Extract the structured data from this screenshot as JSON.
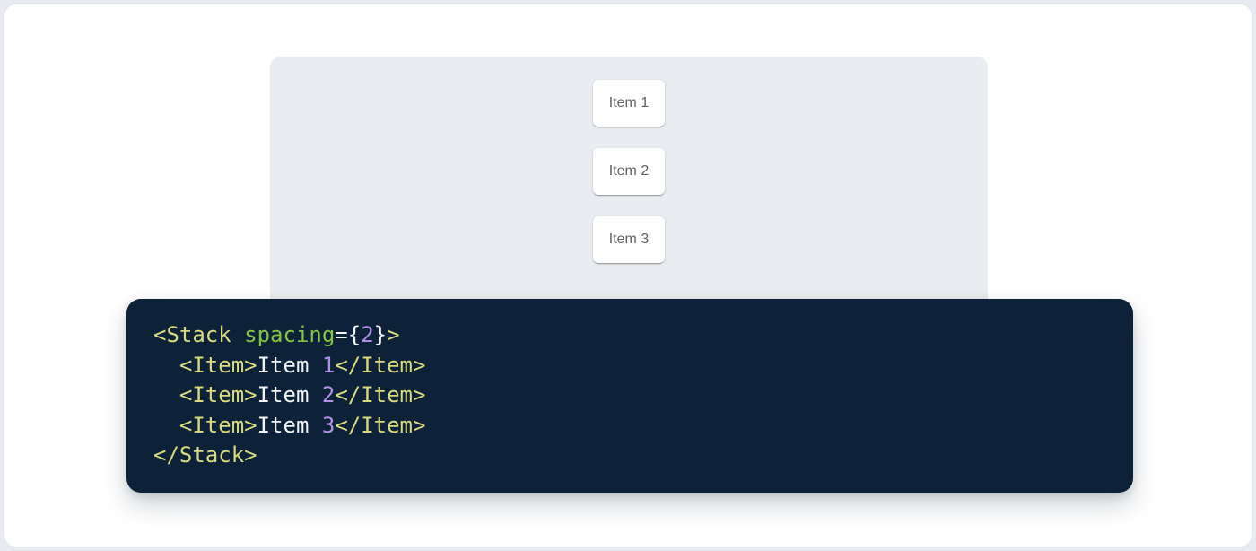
{
  "colors": {
    "page_bg": "#e7eaee",
    "card_bg": "#ffffff",
    "card_border": "#e4e7eb",
    "panel_bg": "#e9ecf0",
    "item_bg": "#ffffff",
    "item_text": "#616161",
    "code_bg": "#0d2238",
    "tok_tag": "#d9da7f",
    "tok_attr": "#85c441",
    "tok_num": "#b191e8",
    "tok_plain": "#f2f4f6"
  },
  "demo": {
    "items": [
      {
        "label": "Item 1"
      },
      {
        "label": "Item 2"
      },
      {
        "label": "Item 3"
      }
    ]
  },
  "code": {
    "language": "jsx",
    "lines": [
      [
        [
          "tag",
          "<Stack"
        ],
        [
          "attr",
          " spacing"
        ],
        [
          "plain",
          "={"
        ],
        [
          "num",
          "2"
        ],
        [
          "plain",
          "}"
        ],
        [
          "tag",
          ">"
        ]
      ],
      [
        [
          "plain",
          "  "
        ],
        [
          "tag",
          "<Item>"
        ],
        [
          "plain",
          "Item "
        ],
        [
          "num",
          "1"
        ],
        [
          "tag",
          "</Item>"
        ]
      ],
      [
        [
          "plain",
          "  "
        ],
        [
          "tag",
          "<Item>"
        ],
        [
          "plain",
          "Item "
        ],
        [
          "num",
          "2"
        ],
        [
          "tag",
          "</Item>"
        ]
      ],
      [
        [
          "plain",
          "  "
        ],
        [
          "tag",
          "<Item>"
        ],
        [
          "plain",
          "Item "
        ],
        [
          "num",
          "3"
        ],
        [
          "tag",
          "</Item>"
        ]
      ],
      [
        [
          "tag",
          "</Stack>"
        ]
      ]
    ]
  }
}
